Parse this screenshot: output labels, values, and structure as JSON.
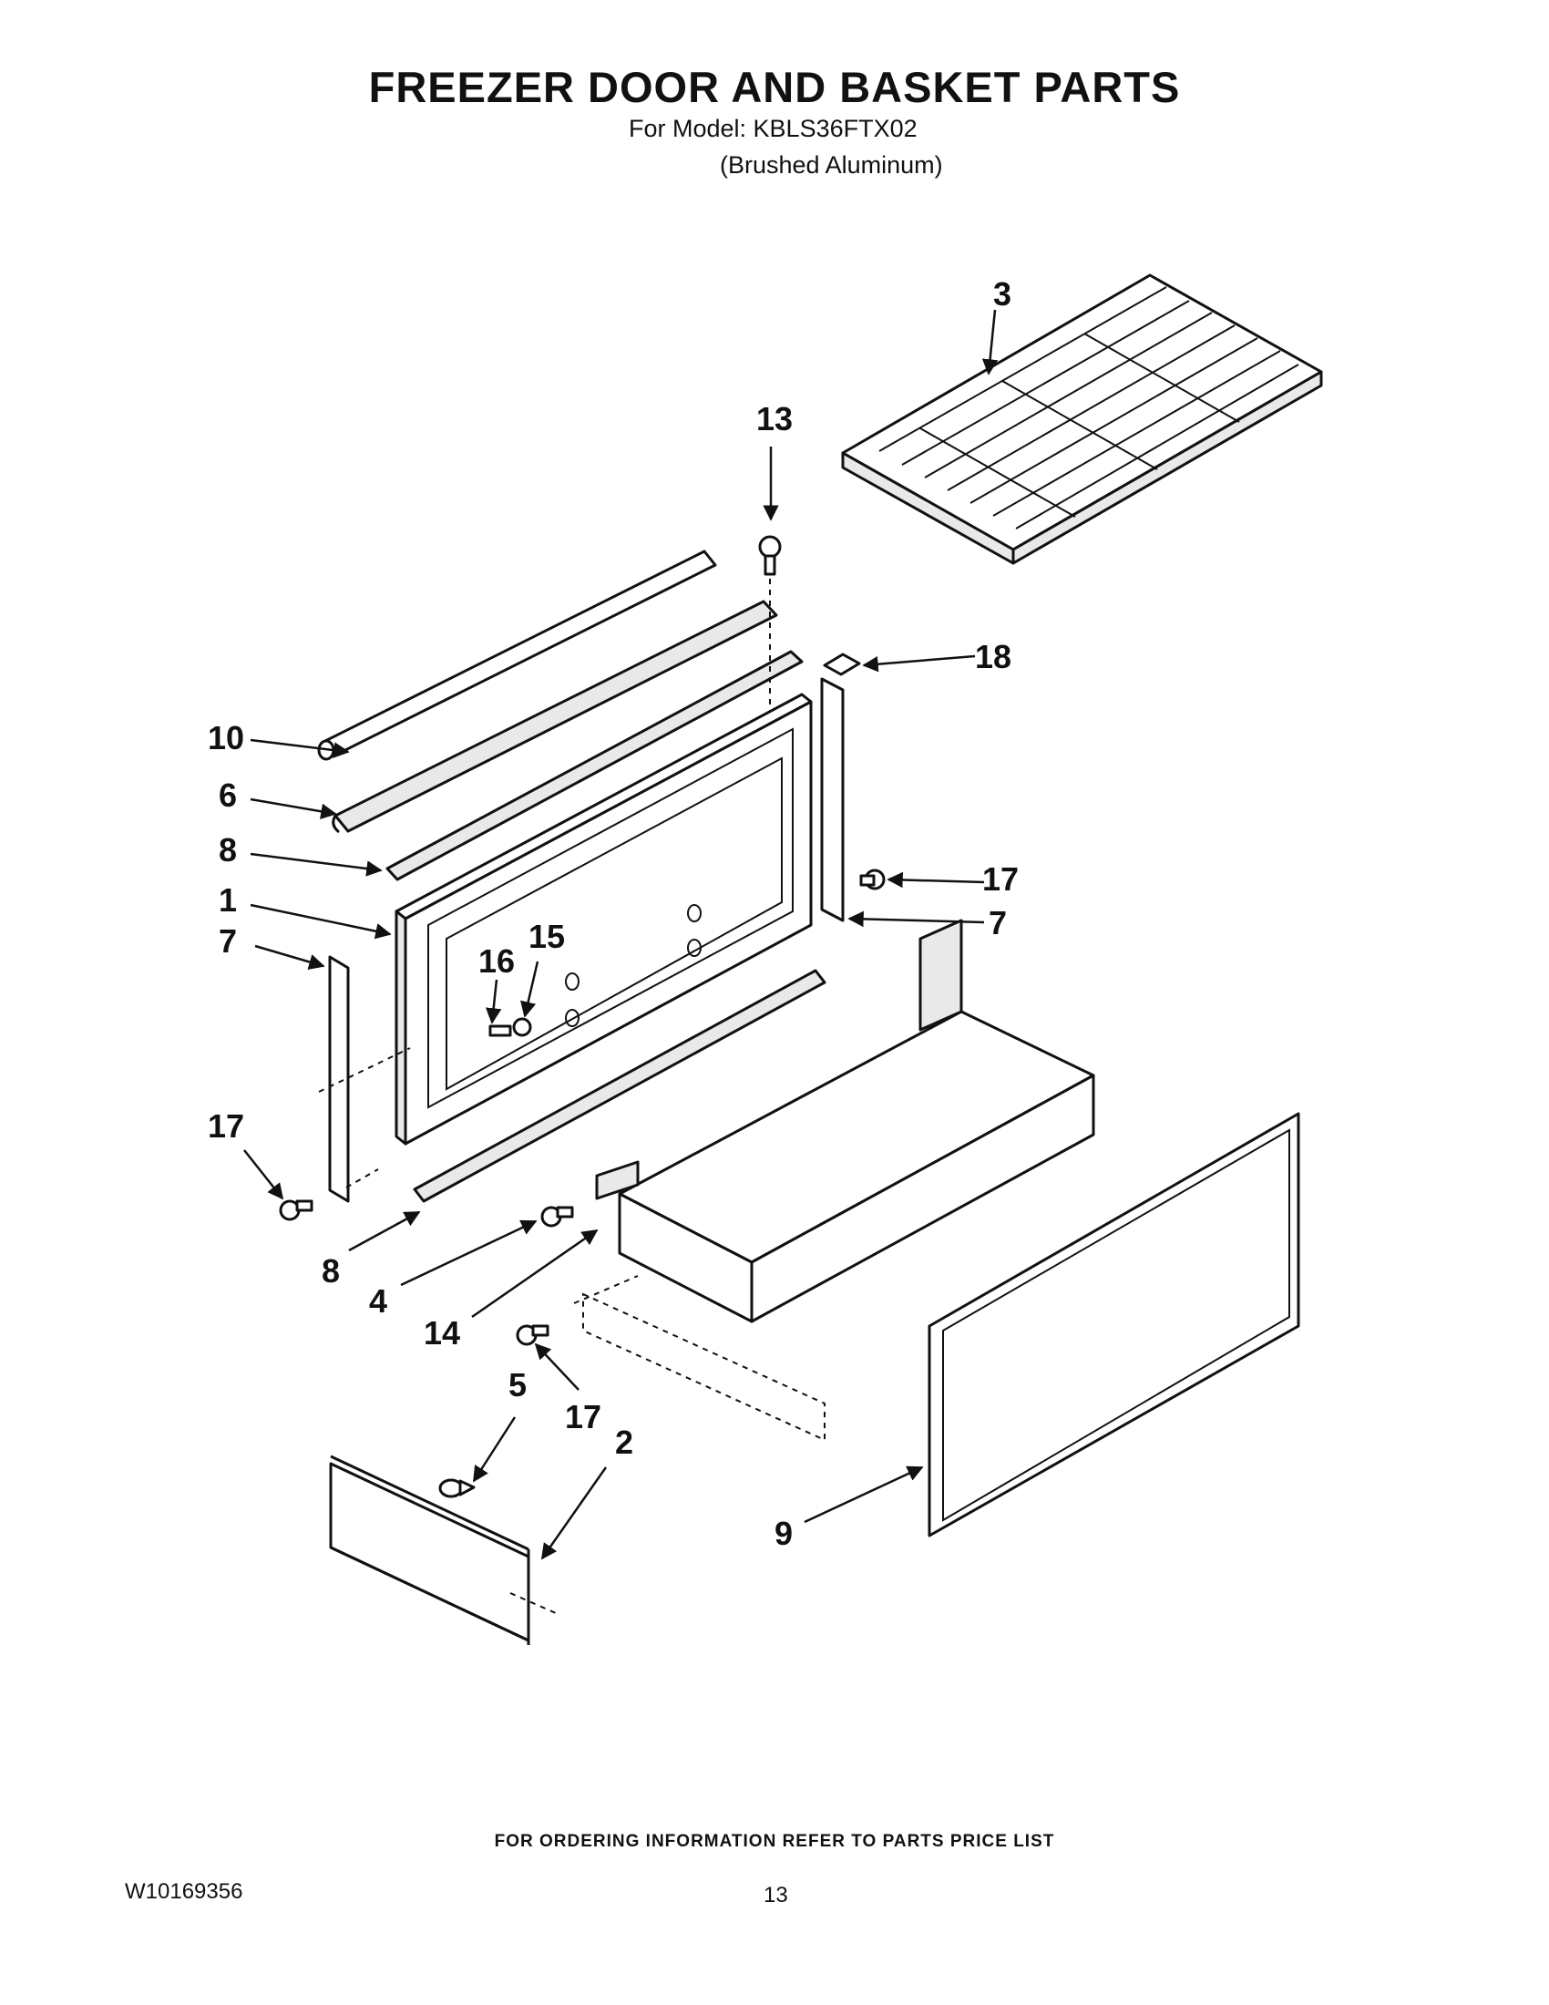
{
  "title": "FREEZER DOOR AND BASKET PARTS",
  "model_line": "For Model: KBLS36FTX02",
  "finish_line": "(Brushed Aluminum)",
  "footer_note": "FOR ORDERING INFORMATION REFER TO PARTS PRICE LIST",
  "document_number": "W10169356",
  "page_number": "13",
  "callouts": {
    "c1": "1",
    "c2": "2",
    "c3": "3",
    "c4": "4",
    "c5": "5",
    "c6": "6",
    "c7a": "7",
    "c7b": "7",
    "c8a": "8",
    "c8b": "8",
    "c9": "9",
    "c10": "10",
    "c13": "13",
    "c14": "14",
    "c15": "15",
    "c16": "16",
    "c17a": "17",
    "c17b": "17",
    "c17c": "17",
    "c18": "18"
  }
}
